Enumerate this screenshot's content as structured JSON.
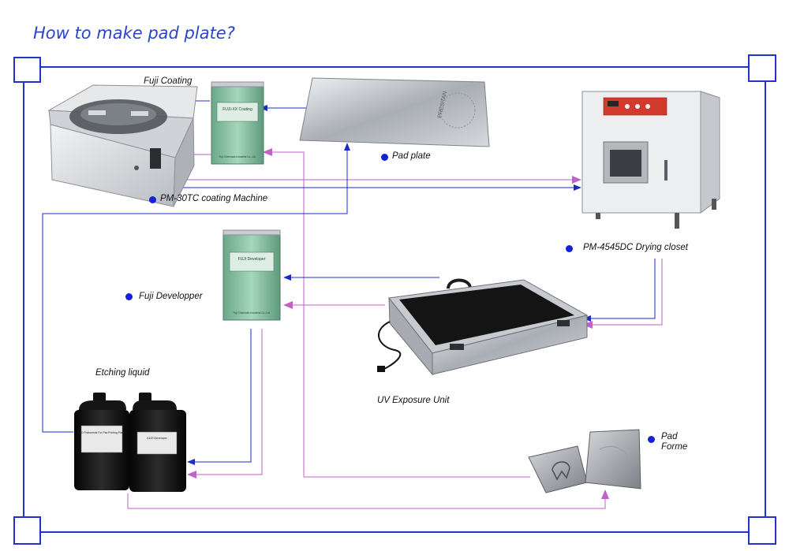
{
  "page": {
    "title": "How to make pad plate?"
  },
  "labels": {
    "fuji_coating": "Fuji Coating",
    "pad_plate": "Pad plate",
    "coating_machine": "PM-30TC coating Machine",
    "drying_closet": "PM-4545DC Drying closet",
    "fuji_developper": "Fuji Developper",
    "uv_exposure": "UV Exposure Unit",
    "etching_liquid": "Etching liquid",
    "pad_forme_line1": "Pad",
    "pad_forme_line2": "Forme"
  },
  "bottle_text": {
    "coating": "FUJI-XX  Coating",
    "developer": "FUJI  Developer",
    "maker": "Fuji Chemicals Industrial Co.,Ltd.",
    "etching_label_1": "LED Photoresist For Pad Printing Plates",
    "etching_label_2": "A100 Developer"
  },
  "plate_stamp": "PRESITAN",
  "colors": {
    "frame": "#2233cc",
    "flow_blue": "#1a2cc4",
    "flow_pink": "#c060c8",
    "bullet": "#1520d8",
    "title": "#2a46c8"
  }
}
